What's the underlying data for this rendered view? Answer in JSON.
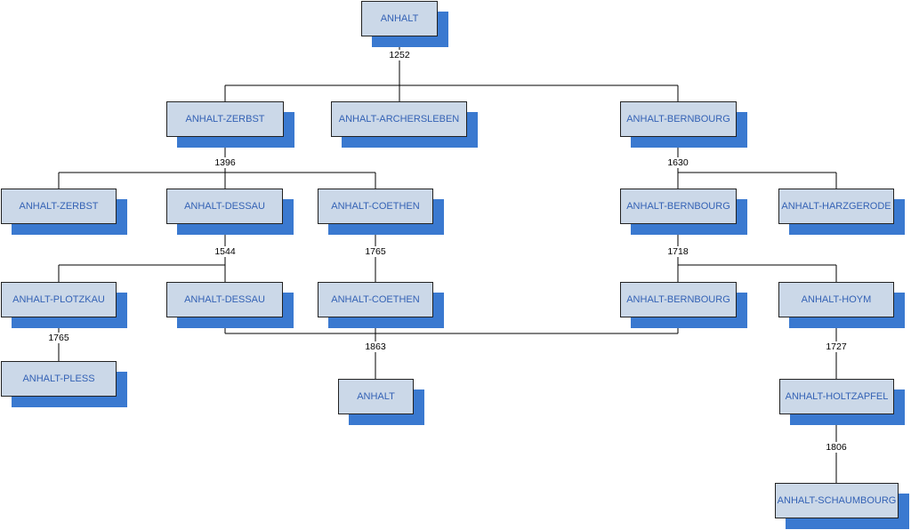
{
  "colors": {
    "box_fill": "#cbd8e8",
    "shadow": "#3a79d0",
    "label": "#3462b5",
    "line": "#000000"
  },
  "nodes": {
    "anhalt_root": "ANHALT",
    "zerbst_1": "ANHALT-ZERBST",
    "archersleben": "ANHALT-ARCHERSLEBEN",
    "bernbourg_1": "ANHALT-BERNBOURG",
    "zerbst_2": "ANHALT-ZERBST",
    "dessau_1": "ANHALT-DESSAU",
    "coethen_1": "ANHALT-COETHEN",
    "bernbourg_2": "ANHALT-BERNBOURG",
    "harzgerode": "ANHALT-HARZGERODE",
    "plotzkau": "ANHALT-PLOTZKAU",
    "dessau_2": "ANHALT-DESSAU",
    "coethen_2": "ANHALT-COETHEN",
    "bernbourg_3": "ANHALT-BERNBOURG",
    "hoym": "ANHALT-HOYM",
    "pless": "ANHALT-PLESS",
    "anhalt_1863": "ANHALT",
    "holtzapfel": "ANHALT-HOLTZAPFEL",
    "schaumbourg": "ANHALT-SCHAUMBOURG"
  },
  "years": {
    "y1252": "1252",
    "y1396": "1396",
    "y1630": "1630",
    "y1544": "1544",
    "y1765a": "1765",
    "y1718": "1718",
    "y1765b": "1765",
    "y1863": "1863",
    "y1727": "1727",
    "y1806": "1806"
  }
}
